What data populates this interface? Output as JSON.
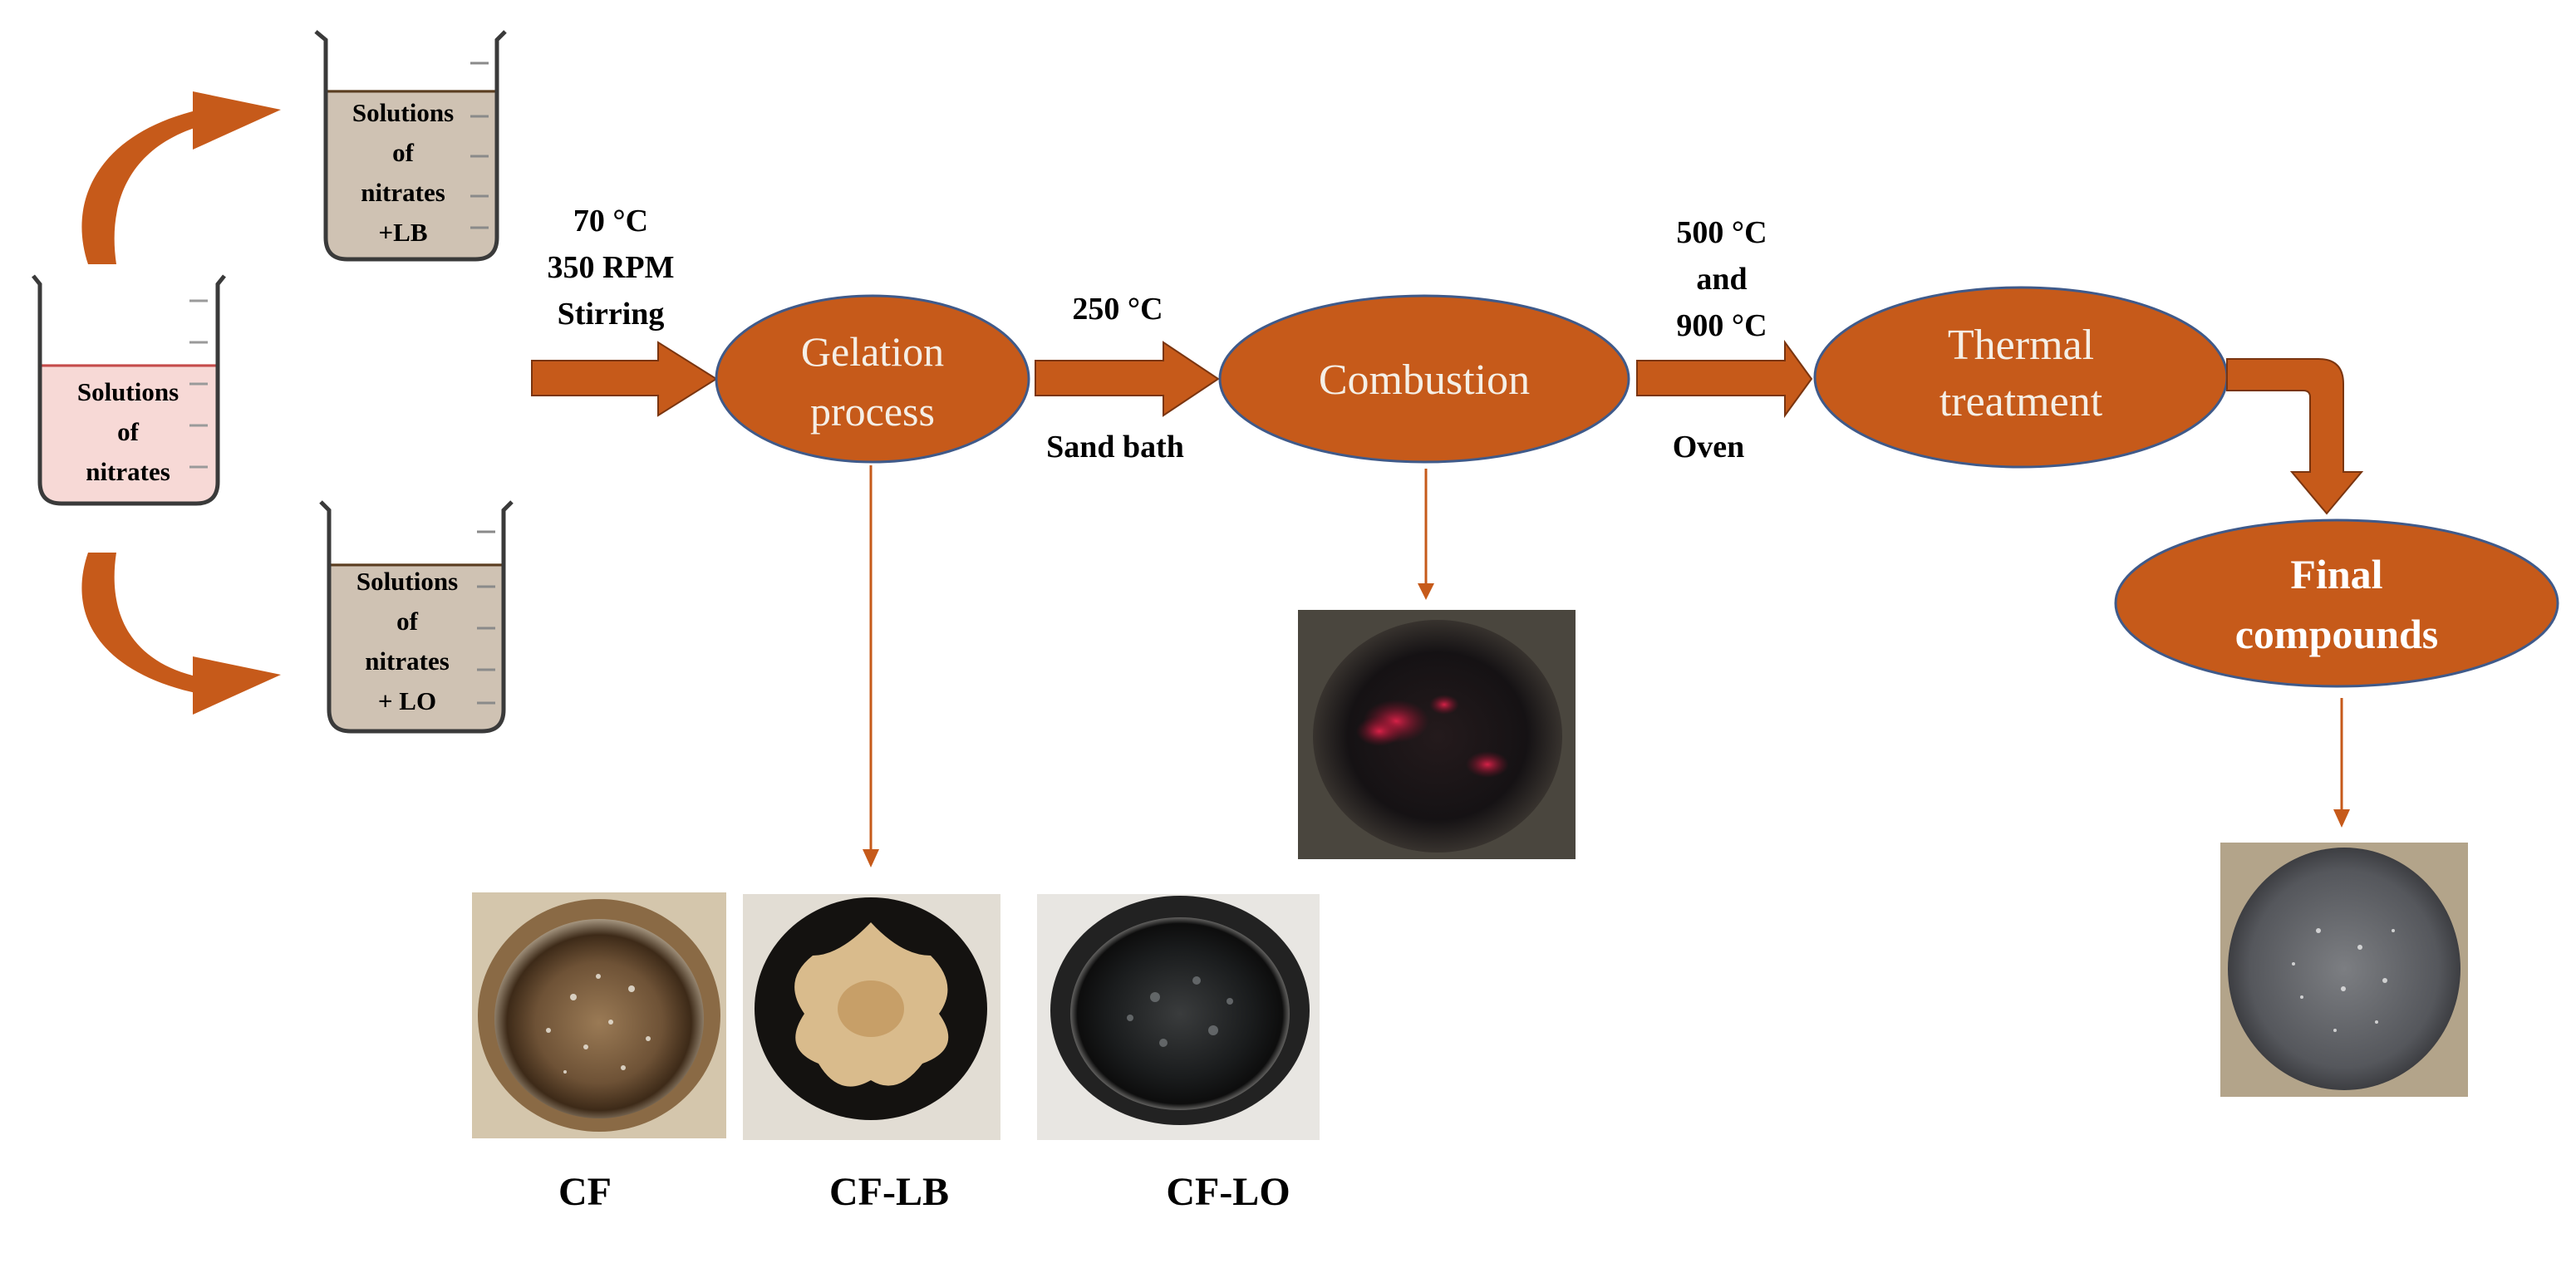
{
  "colors": {
    "accent": "#c65a1a",
    "node_stroke": "#3f5a8a",
    "beaker_stroke": "#3a3a3a",
    "liquid_start": "#f7d9d6",
    "liquid_additive": "#cfc2b3"
  },
  "beakers": {
    "start": {
      "line1": "Solutions",
      "line2": "of",
      "line3": "nitrates"
    },
    "lb": {
      "line1": "Solutions",
      "line2": "of",
      "line3": "nitrates",
      "line4": "+LB"
    },
    "lo": {
      "line1": "Solutions",
      "line2": "of",
      "line3": "nitrates",
      "line4": "+ LO"
    }
  },
  "steps": {
    "stirring": {
      "line1": "70 °C",
      "line2": "350 RPM",
      "line3": "Stirring"
    },
    "sand_bath": {
      "above": "250 °C",
      "below": "Sand bath"
    },
    "oven": {
      "line1": "500 °C",
      "line2": "and",
      "line3": "900 °C",
      "below": "Oven"
    }
  },
  "nodes": {
    "gelation": {
      "line1": "Gelation",
      "line2": "process"
    },
    "combustion": {
      "line1": "Combustion"
    },
    "thermal": {
      "line1": "Thermal",
      "line2": "treatment"
    },
    "final": {
      "line1": "Final",
      "line2": "compounds"
    }
  },
  "samples": {
    "cf": "CF",
    "cf_lb": "CF-LB",
    "cf_lo": "CF-LO"
  },
  "photos": [
    "gel-cf-photo",
    "gel-cf-lb-photo",
    "gel-cf-lo-photo",
    "combustion-photo",
    "final-compound-photo"
  ]
}
